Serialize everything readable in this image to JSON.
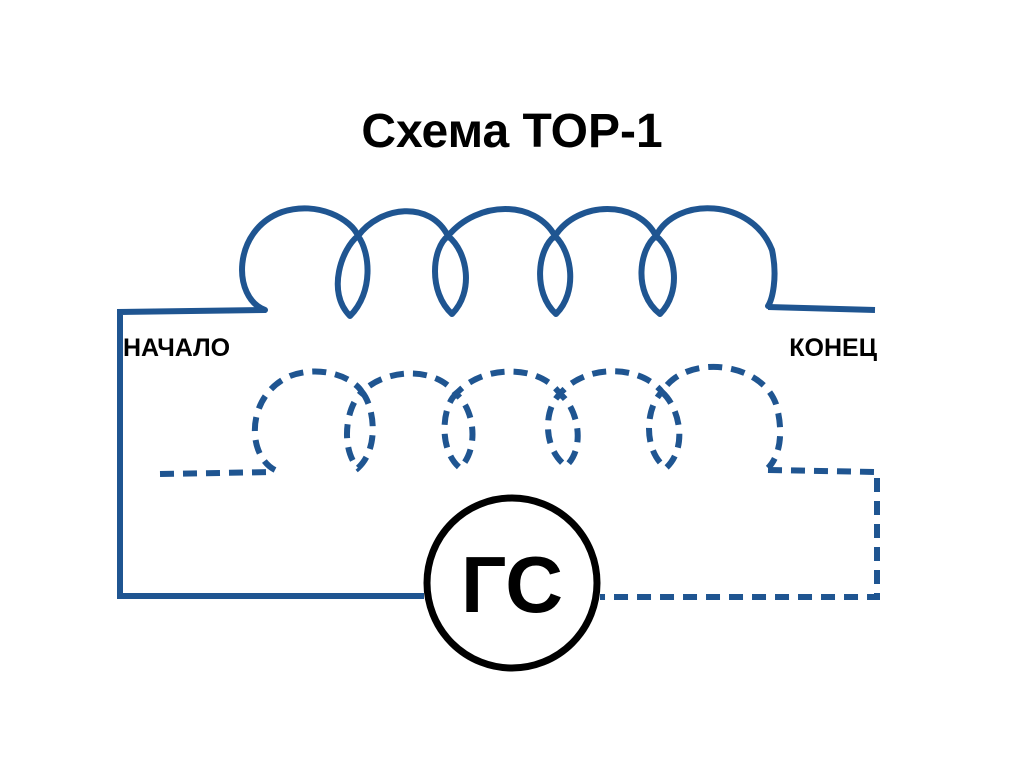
{
  "title": "Схема ТОР-1",
  "labels": {
    "start": "НАЧАЛО",
    "end": "КОНЕЦ",
    "generator": "ГС"
  },
  "colors": {
    "wire": "#1f5591",
    "text": "#000000",
    "circle": "#000000",
    "background": "#ffffff"
  },
  "coil": {
    "turns": 5
  },
  "legend_meaning": {}
}
